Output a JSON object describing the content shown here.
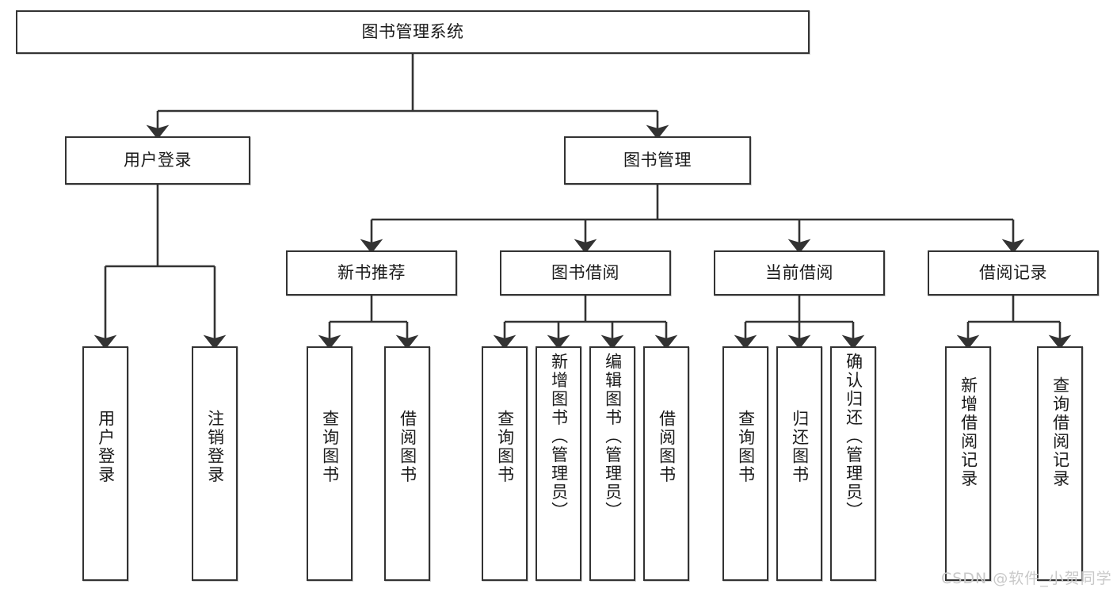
{
  "diagram": {
    "title": "图书管理系统",
    "type": "tree-hierarchy-chart",
    "root": {
      "id": "root",
      "label": "图书管理系统"
    },
    "level1": [
      {
        "id": "user-login",
        "label": "用户登录"
      },
      {
        "id": "book-manage",
        "label": "图书管理"
      }
    ],
    "level2": [
      {
        "id": "new-book-recommend",
        "label": "新书推荐"
      },
      {
        "id": "book-borrow",
        "label": "图书借阅"
      },
      {
        "id": "current-borrow",
        "label": "当前借阅"
      },
      {
        "id": "borrow-record",
        "label": "借阅记录"
      }
    ],
    "leaves": {
      "user_login": [
        {
          "id": "leaf-user-login",
          "label": "用户登录"
        },
        {
          "id": "leaf-logout",
          "label": "注销登录"
        }
      ],
      "new_book_recommend": [
        {
          "id": "leaf-query-book-1",
          "label": "查询图书"
        },
        {
          "id": "leaf-borrow-book-1",
          "label": "借阅图书"
        }
      ],
      "book_borrow": [
        {
          "id": "leaf-query-book-2",
          "label": "查询图书"
        },
        {
          "id": "leaf-add-book",
          "label": "新增图书（管理员）"
        },
        {
          "id": "leaf-edit-book",
          "label": "编辑图书（管理员）"
        },
        {
          "id": "leaf-borrow-book-2",
          "label": "借阅图书"
        }
      ],
      "current_borrow": [
        {
          "id": "leaf-query-book-3",
          "label": "查询图书"
        },
        {
          "id": "leaf-return-book",
          "label": "归还图书"
        },
        {
          "id": "leaf-confirm-return",
          "label": "确认归还（管理员）"
        }
      ],
      "borrow_record": [
        {
          "id": "leaf-add-record",
          "label": "新增借阅记录"
        },
        {
          "id": "leaf-query-record",
          "label": "查询借阅记录"
        }
      ]
    }
  },
  "watermark": {
    "text": "CSDN @软件_小贺同学"
  },
  "colors": {
    "stroke": "#333333",
    "text": "#1a1a1a",
    "background": "#ffffff",
    "watermark": "#c9c9c9"
  }
}
